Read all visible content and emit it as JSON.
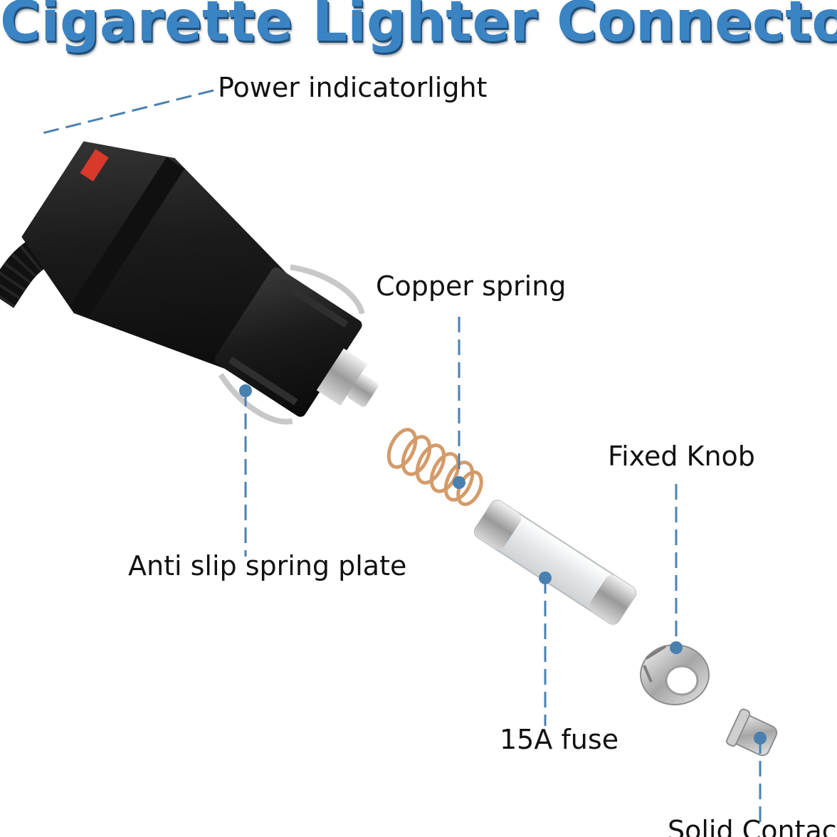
{
  "title": "Cigarette Lighter Connector",
  "accent_color": "#3b84c4",
  "leader_color": "#4a80b0",
  "labels": {
    "power_indicator": "Power indicatorlight",
    "copper_spring": "Copper spring",
    "anti_slip": "Anti slip spring plate",
    "fixed_knob": "Fixed Knob",
    "fuse": "15A fuse",
    "solid_contact": "Solid Contact"
  }
}
